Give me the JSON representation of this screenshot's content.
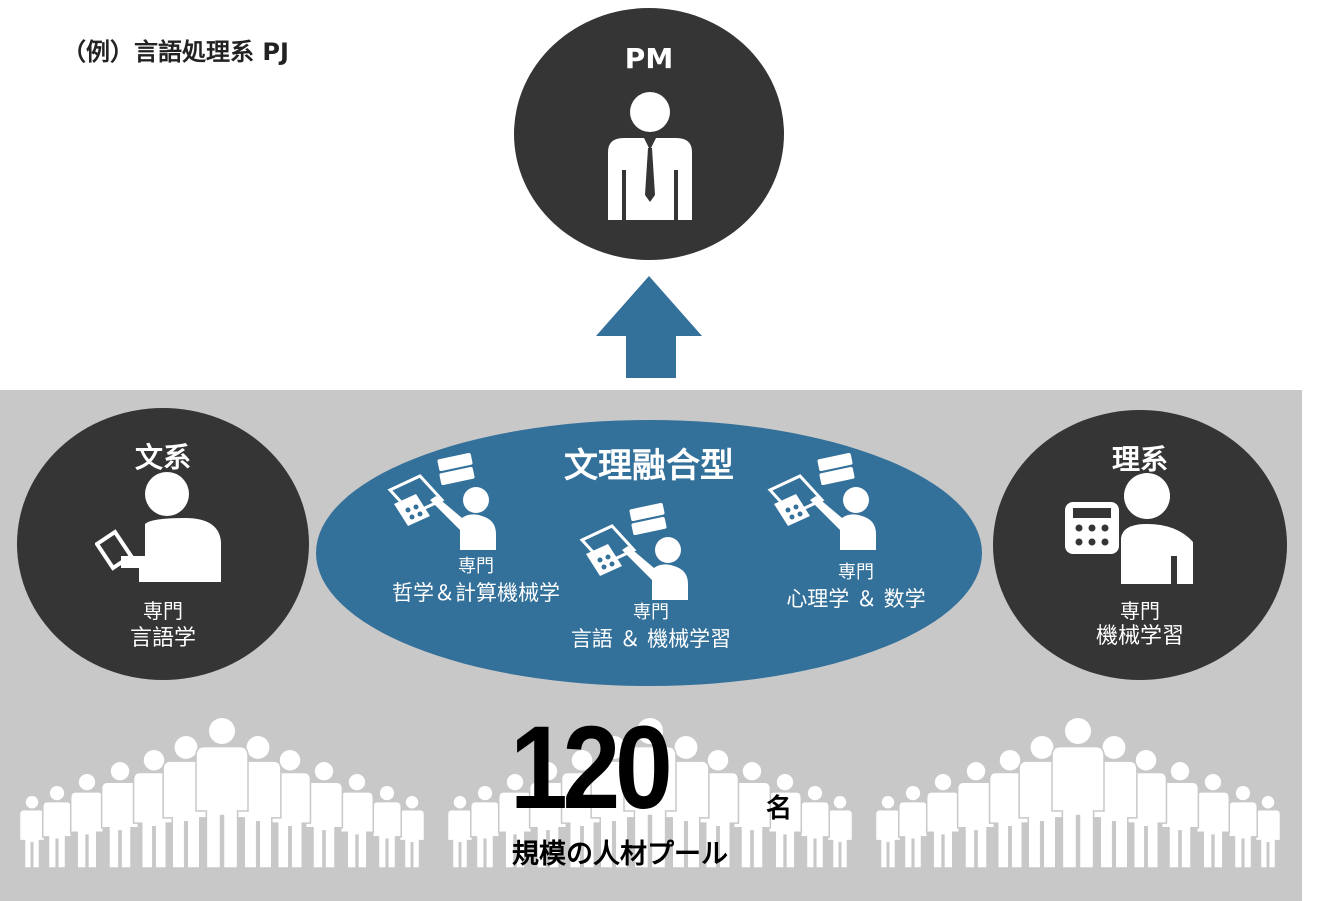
{
  "example_label": "（例）言語処理系 PJ",
  "pm": {
    "title": "PM"
  },
  "bunkei": {
    "title": "文系",
    "spec_label": "専門",
    "spec_value": "言語学"
  },
  "rikei": {
    "title": "理系",
    "spec_label": "専門",
    "spec_value": "機械学習"
  },
  "fusion": {
    "title": "文理融合型",
    "members": [
      {
        "spec_label": "専門",
        "spec_value": "哲学＆計算機械学"
      },
      {
        "spec_label": "専門",
        "spec_value": "言語 ＆ 機械学習"
      },
      {
        "spec_label": "専門",
        "spec_value": "心理学 ＆ 数学"
      }
    ]
  },
  "pool": {
    "count": "120",
    "unit": "名",
    "label": "規模の人材プール"
  },
  "colors": {
    "dark": "#353535",
    "blue": "#33709a",
    "gray": "#c8c8c8",
    "arrow": "#33709a"
  }
}
